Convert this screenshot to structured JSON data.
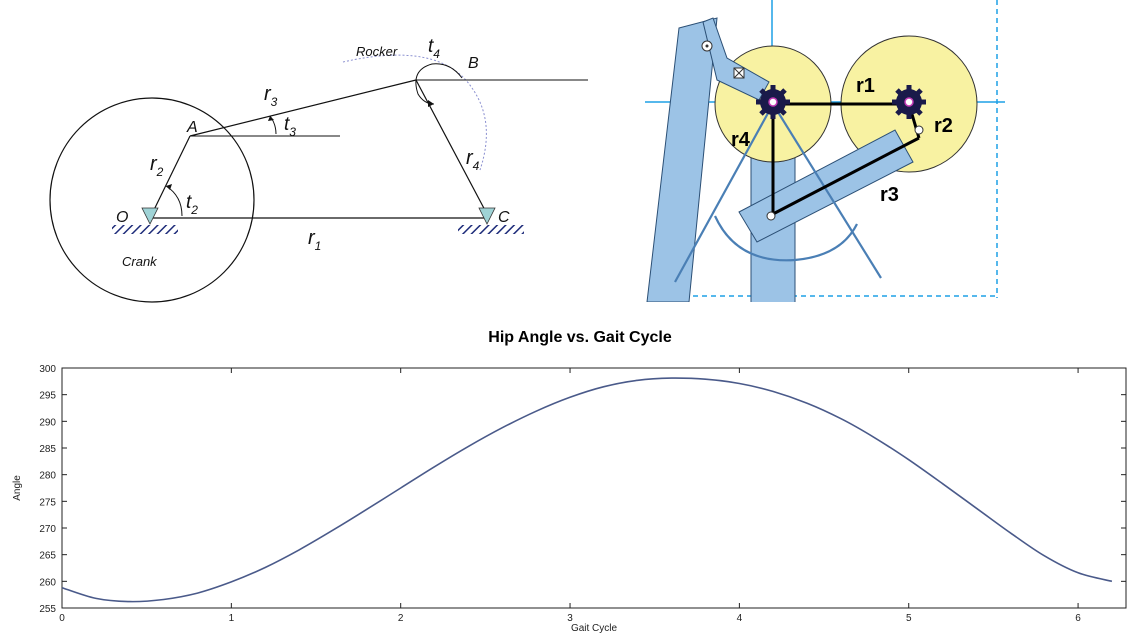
{
  "linkage": {
    "labels": {
      "O": "O",
      "A": "A",
      "B": "B",
      "C": "C",
      "r1": "r1",
      "r2": "r2",
      "r3": "r3",
      "r4": "r4",
      "t2": "t2",
      "t3": "t3",
      "t4": "t4",
      "rocker": "Rocker",
      "crank": "Crank"
    }
  },
  "mechanism": {
    "labels": {
      "r1": "r1",
      "r2": "r2",
      "r3": "r3",
      "r4": "r4"
    },
    "colors": {
      "link": "#9cc3e6",
      "gear": "#f8f2a2",
      "accent": "#4a7fb5",
      "guide": "#1ea0e6"
    }
  },
  "chart_data": {
    "type": "line",
    "title": "Hip Angle vs. Gait Cycle",
    "xlabel": "Gait Cycle",
    "ylabel": "Angle",
    "xlim": [
      0,
      6.283
    ],
    "ylim": [
      255,
      300
    ],
    "xticks": [
      0,
      1,
      2,
      3,
      4,
      5,
      6
    ],
    "yticks": [
      255,
      260,
      265,
      270,
      275,
      280,
      285,
      290,
      295,
      300
    ],
    "grid": false,
    "series": [
      {
        "color": "#4a5a8a",
        "x": [
          0,
          0.2,
          0.4,
          0.6,
          0.8,
          1.0,
          1.2,
          1.4,
          1.6,
          1.8,
          2.0,
          2.2,
          2.4,
          2.6,
          2.8,
          3.0,
          3.2,
          3.4,
          3.6,
          3.8,
          4.0,
          4.2,
          4.4,
          4.6,
          4.8,
          5.0,
          5.2,
          5.4,
          5.6,
          5.8,
          6.0,
          6.2
        ],
        "y": [
          258.8,
          256.8,
          256.2,
          256.6,
          257.8,
          259.9,
          262.6,
          265.9,
          269.6,
          273.5,
          277.5,
          281.5,
          285.3,
          288.8,
          291.9,
          294.5,
          296.5,
          297.7,
          298.1,
          297.9,
          297.1,
          295.6,
          293.4,
          290.5,
          286.9,
          282.8,
          278.3,
          273.7,
          269.1,
          264.8,
          261.6,
          260.0
        ]
      }
    ]
  }
}
